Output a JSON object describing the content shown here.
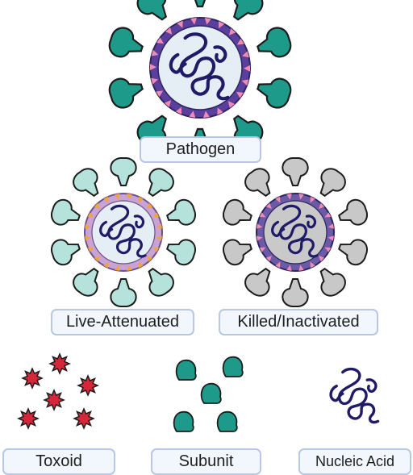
{
  "labels": {
    "pathogen": "Pathogen",
    "live_attenuated": "Live-Attenuated",
    "killed_inactivated": "Killed/Inactivated",
    "toxoid": "Toxoid",
    "subunit": "Subunit",
    "nucleic_acid": "Nucleic Acid"
  },
  "colors": {
    "pathogen_spike": "#1d9a8a",
    "pathogen_envelope": "#5a3f9c",
    "pathogen_inner": "#e6eef5",
    "triangle": "#f28bb3",
    "live_spike": "#b5e3dc",
    "live_envelope": "#c8a3d6",
    "live_inner": "#e6eef5",
    "live_triangle": "#f4a338",
    "killed_spike": "#c8c8c8",
    "killed_envelope": "#6b5aa6",
    "killed_inner": "#c9c9c9",
    "rna": "#1f1b66",
    "toxoid": "#d6263a",
    "subunit": "#1d9a8a",
    "label_border": "#b7c7e4",
    "label_fill": "#f2f6fd"
  }
}
